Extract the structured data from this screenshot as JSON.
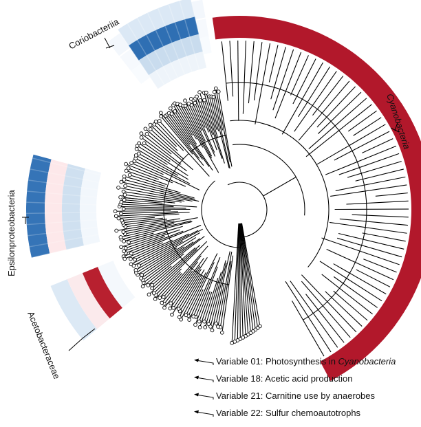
{
  "clades": [
    {
      "id": "cyano",
      "label": "Cyanobacteria",
      "color": "#b2182b"
    },
    {
      "id": "corio",
      "label": "Coriobacteriia",
      "color": "#2166ac"
    },
    {
      "id": "epsilon",
      "label": "Epsilonproteobacteria",
      "color": "#2166ac"
    },
    {
      "id": "aceto",
      "label": "Acetobacteraceae",
      "color": "#b2182b"
    }
  ],
  "legend": [
    {
      "prefix": "Variable 01: Photosynthesis in ",
      "emph": "Cyanobacteria"
    },
    {
      "prefix": "Variable 18: Acetic acid production",
      "emph": ""
    },
    {
      "prefix": "Variable 21: Carnitine use by anaerobes",
      "emph": ""
    },
    {
      "prefix": "Variable 22: Sulfur chemoautotrophs",
      "emph": ""
    }
  ],
  "colors": {
    "red": "#b2182b",
    "blue": "#2166ac",
    "pale_blue": "#deebf7",
    "pale_red": "#fbe3e5",
    "tree": "#000000"
  }
}
